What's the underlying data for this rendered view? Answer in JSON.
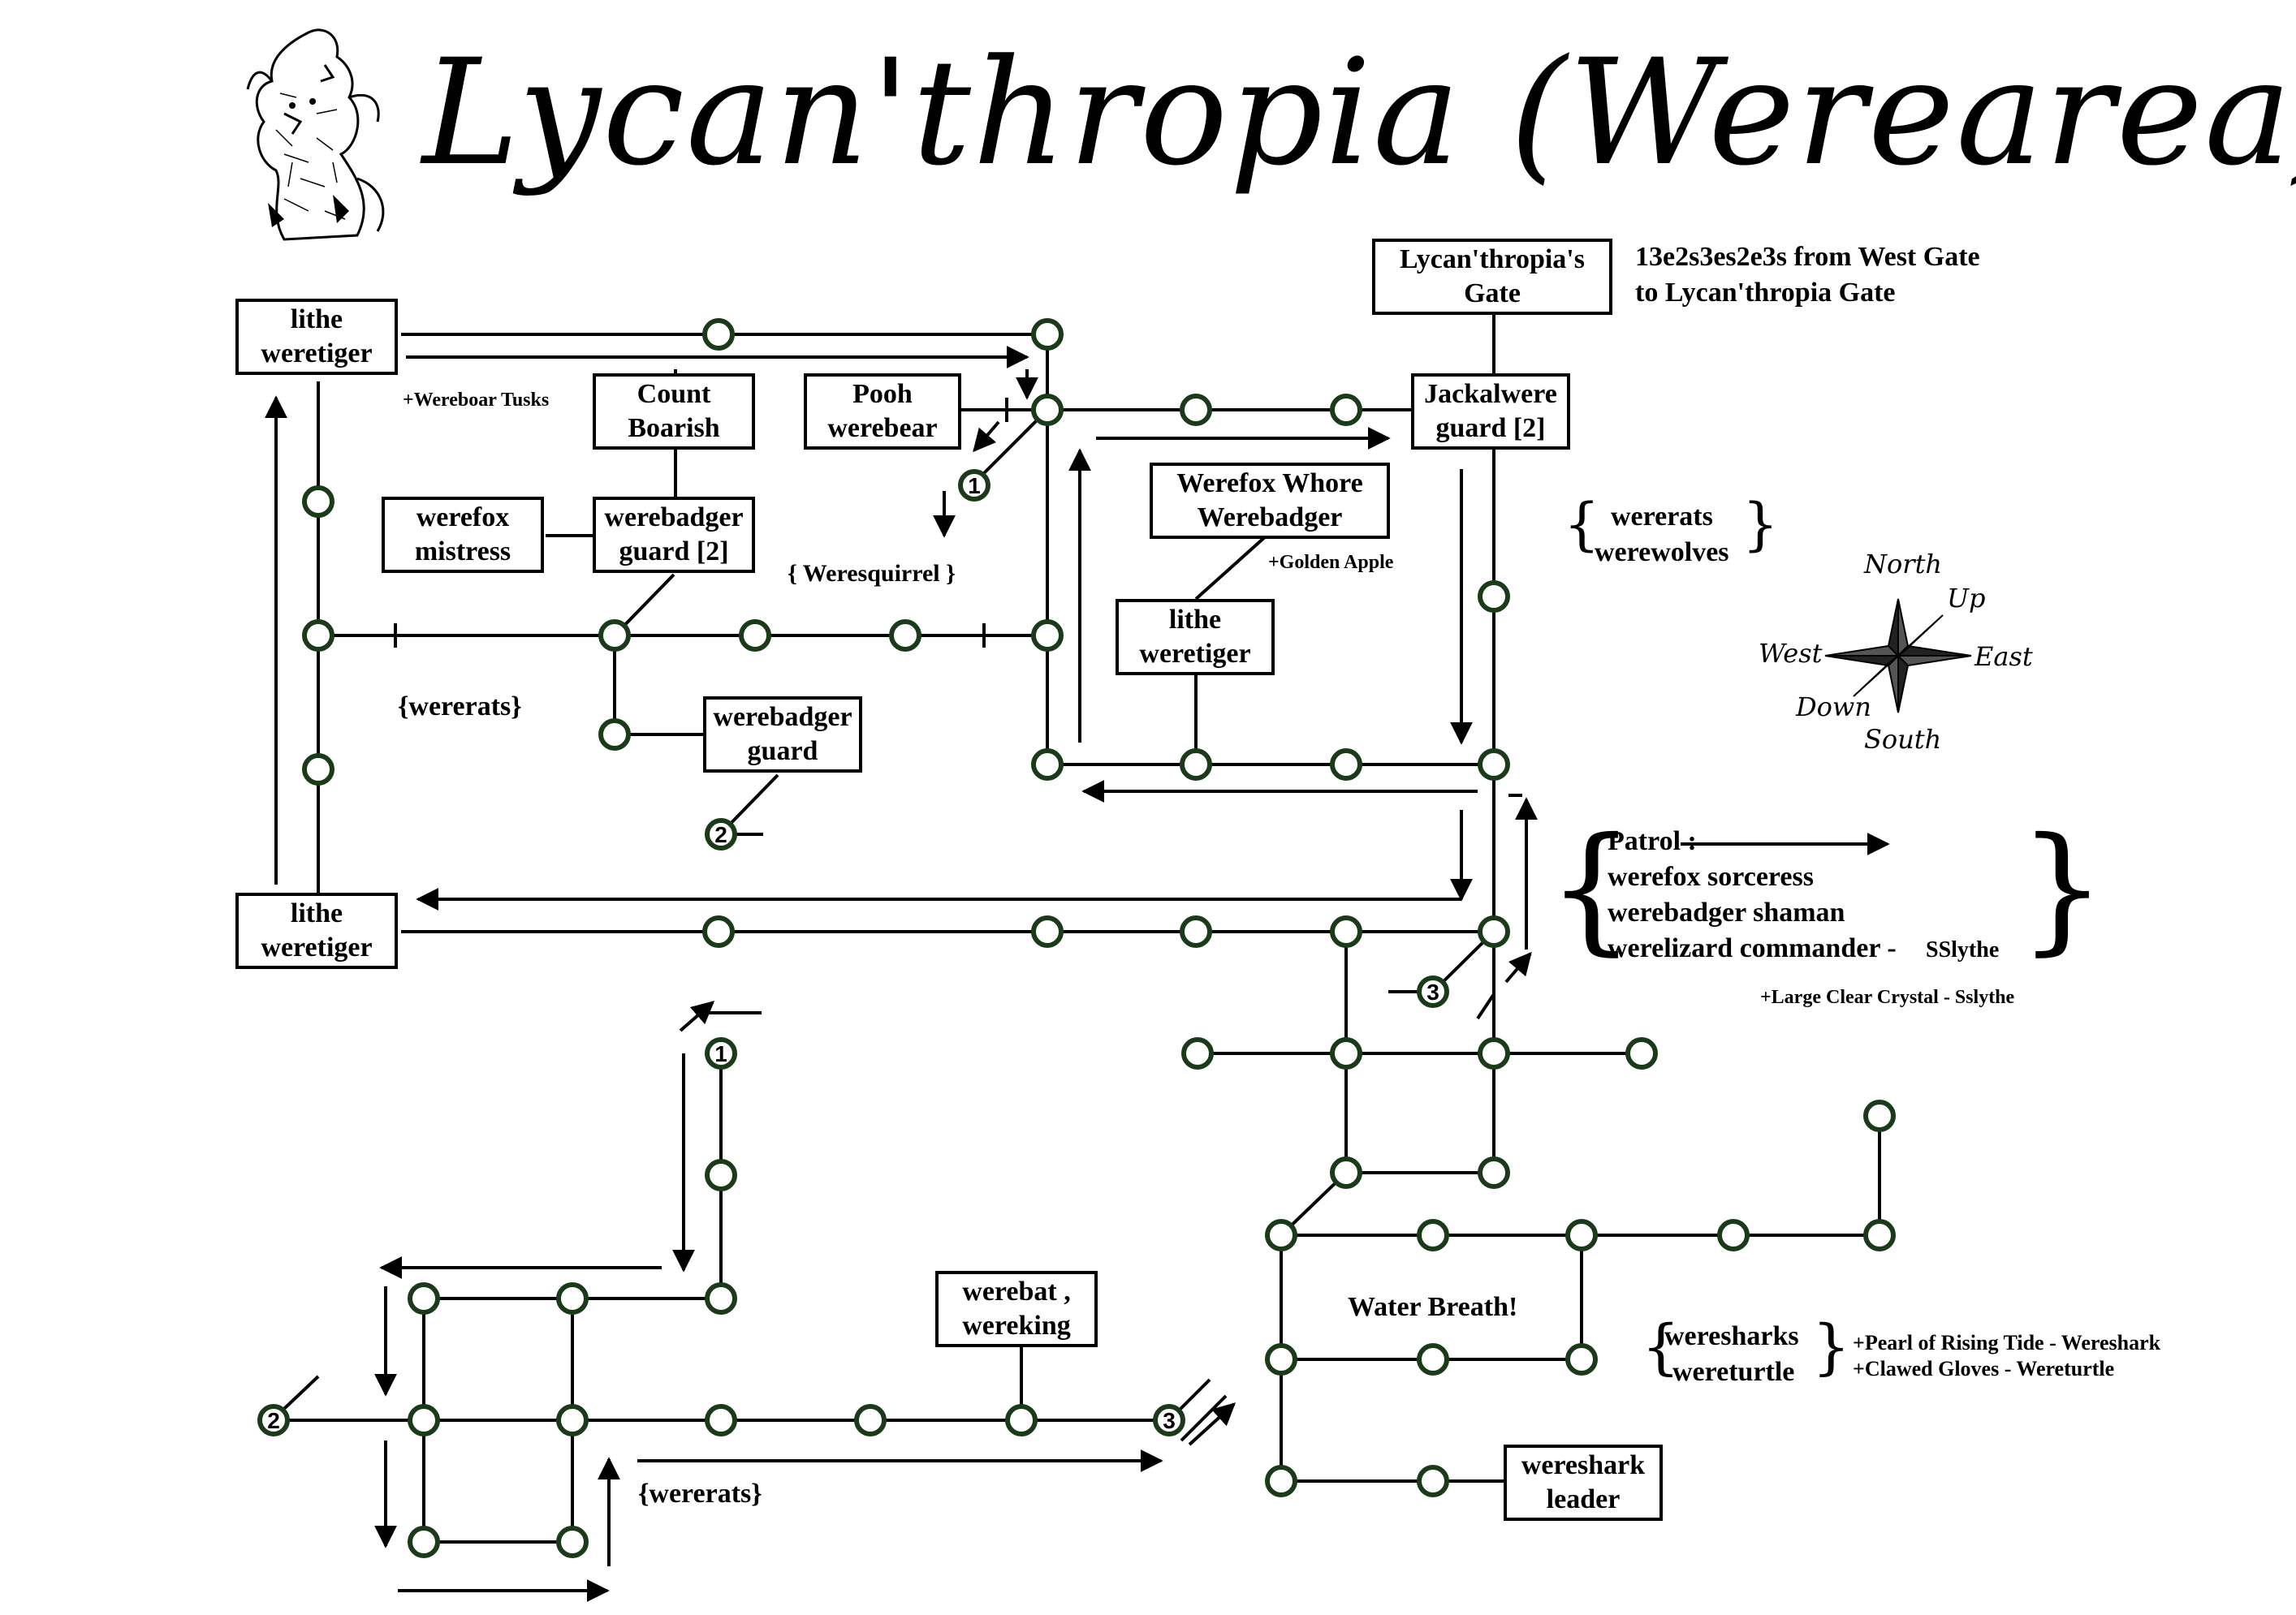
{
  "title": "Lycan'thropia (Werearea)",
  "rooms": {
    "lithe_weretiger_nw": "lithe\nweretiger",
    "count_boarish": "Count\nBoarish",
    "pooh_werebear": "Pooh\nwerebear",
    "werefox_mistress": "werefox\nmistress",
    "werebadger_guard_2a": "werebadger\nguard [2]",
    "werebadger_guard": "werebadger\nguard",
    "lycanthropia_gate": "Lycan'thropia's\nGate",
    "jackalwere_guard": "Jackalwere\nguard [2]",
    "werefox_whore": "Werefox Whore\nWerebadger",
    "lithe_weretiger_mid": "lithe\nweretiger",
    "lithe_weretiger_sw": "lithe\nweretiger",
    "werebat_wereking": "werebat ,\nwereking",
    "wereshark_leader": "wereshark\nleader"
  },
  "labels": {
    "directions_1": "13e2s3es2e3s from West Gate",
    "directions_2": "to  Lycan'thropia Gate",
    "wereboar_tusks": "+Wereboar Tusks",
    "weresquirrel": "{ Weresquirrel }",
    "wererats_nw": "{wererats}",
    "golden_apple": "+Golden Apple",
    "wererats_ne_1": "wererats",
    "wererats_ne_2": "werewolves",
    "patrol_title": "Patrol :",
    "patrol_1": "werefox sorceress",
    "patrol_2": "werebadger shaman",
    "patrol_3": "werelizard commander -",
    "patrol_3b": "SSlythe",
    "large_crystal": "+Large Clear Crystal - Sslythe",
    "water_breath": "Water Breath!",
    "wererats_s": "{wererats}",
    "weresharks_1": "weresharks",
    "weresharks_2": "wereturtle",
    "pearl": "+Pearl of Rising Tide - Wereshark",
    "clawed_gloves": "+Clawed Gloves - Wereturtle"
  },
  "compass": {
    "north": "North",
    "south": "South",
    "east": "East",
    "west": "West",
    "up": "Up",
    "down": "Down"
  },
  "links": [
    "1",
    "1",
    "2",
    "2",
    "3",
    "3"
  ],
  "colors": {
    "node_stroke": "#1a3a1a",
    "line": "#000000"
  }
}
